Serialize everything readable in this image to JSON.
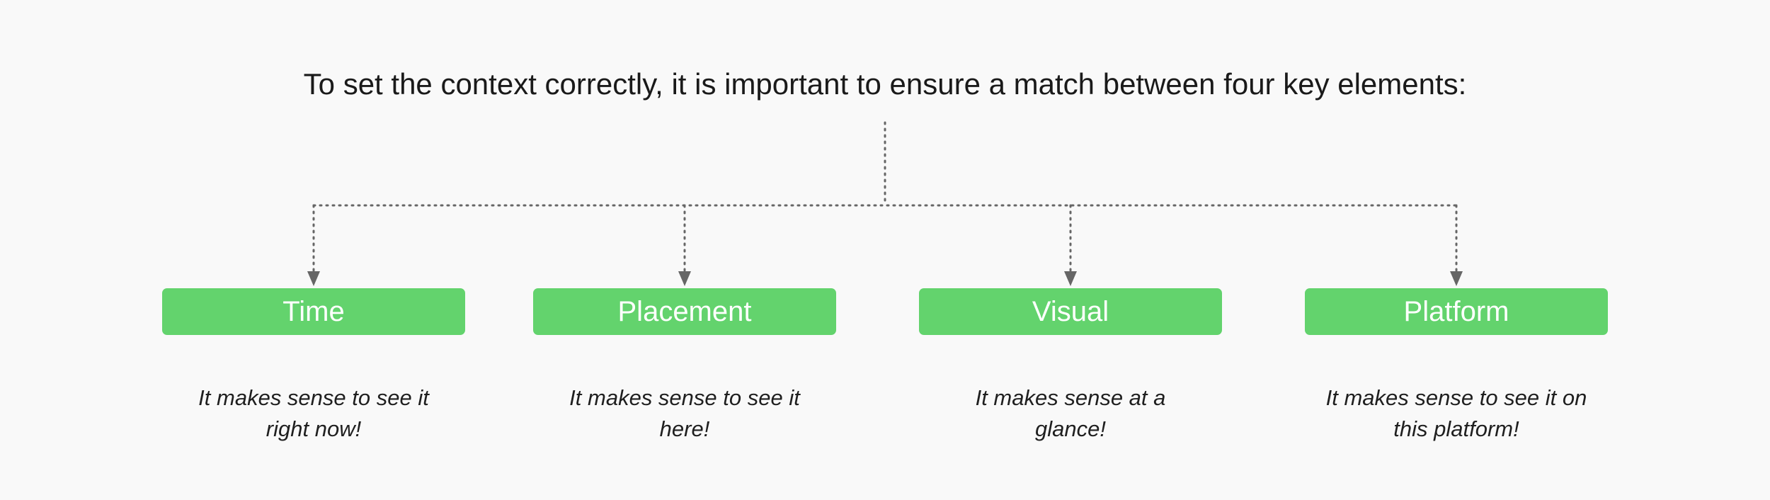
{
  "heading": "To set the context correctly, it is important to ensure a match between four key elements:",
  "elements": [
    {
      "label": "Time",
      "caption_line1": "It makes sense to see it",
      "caption_line2": "right now!"
    },
    {
      "label": "Placement",
      "caption_line1": "It makes sense to see it",
      "caption_line2": "here!"
    },
    {
      "label": "Visual",
      "caption_line1": "It makes sense at a",
      "caption_line2": "glance!"
    },
    {
      "label": "Platform",
      "caption_line1": "It makes sense to see it on",
      "caption_line2": "this platform!"
    }
  ],
  "colors": {
    "box_fill": "#63d36d",
    "box_text": "#ffffff",
    "connector": "#666666",
    "background": "#f9f9f9"
  }
}
